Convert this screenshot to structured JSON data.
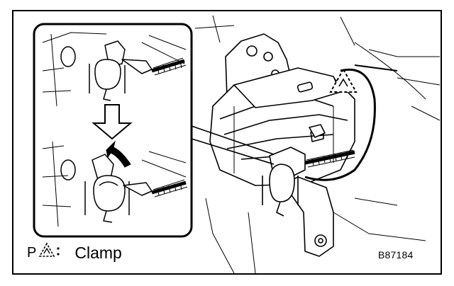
{
  "legend": {
    "prefix": "P",
    "symbol": "clamp-triangle-icon",
    "label": "Clamp"
  },
  "figure_code": "B87184",
  "colors": {
    "ink": "#000000",
    "paper": "#ffffff"
  }
}
